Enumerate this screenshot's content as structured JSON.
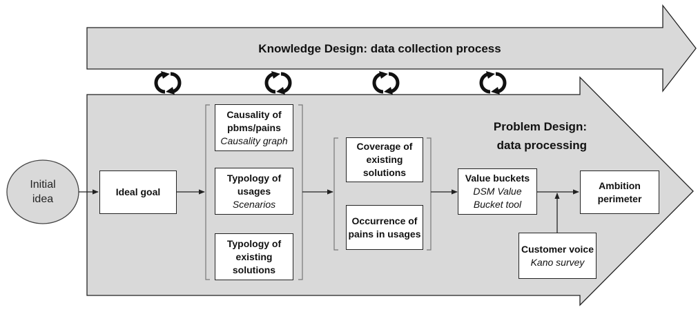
{
  "knowledge_arrow": {
    "label": "Knowledge Design: data collection process"
  },
  "problem_arrow": {
    "label_line1": "Problem Design:",
    "label_line2": "data processing"
  },
  "start": {
    "line1": "Initial",
    "line2": "idea"
  },
  "ideal_goal": {
    "title": "Ideal goal"
  },
  "causality": {
    "line1": "Causality of",
    "line2": "pbms/pains",
    "subtitle": "Causality graph"
  },
  "usages": {
    "line1": "Typology of",
    "line2": "usages",
    "subtitle": "Scenarios"
  },
  "existing": {
    "line1": "Typology of",
    "line2": "existing",
    "line3": "solutions"
  },
  "coverage": {
    "line1": "Coverage of",
    "line2": "existing",
    "line3": "solutions"
  },
  "occurrence": {
    "line1": "Occurrence of",
    "line2": "pains in usages"
  },
  "value_buckets": {
    "title": "Value buckets",
    "subtitle_line1": "DSM Value",
    "subtitle_line2": "Bucket tool"
  },
  "ambition": {
    "line1": "Ambition",
    "line2": "perimeter"
  },
  "customer_voice": {
    "title": "Customer voice",
    "subtitle": "Kano survey"
  },
  "colors": {
    "arrow_fill": "#d9d9d9",
    "stroke": "#222222",
    "box_fill": "#ffffff",
    "cycle_icon": "#111111"
  }
}
